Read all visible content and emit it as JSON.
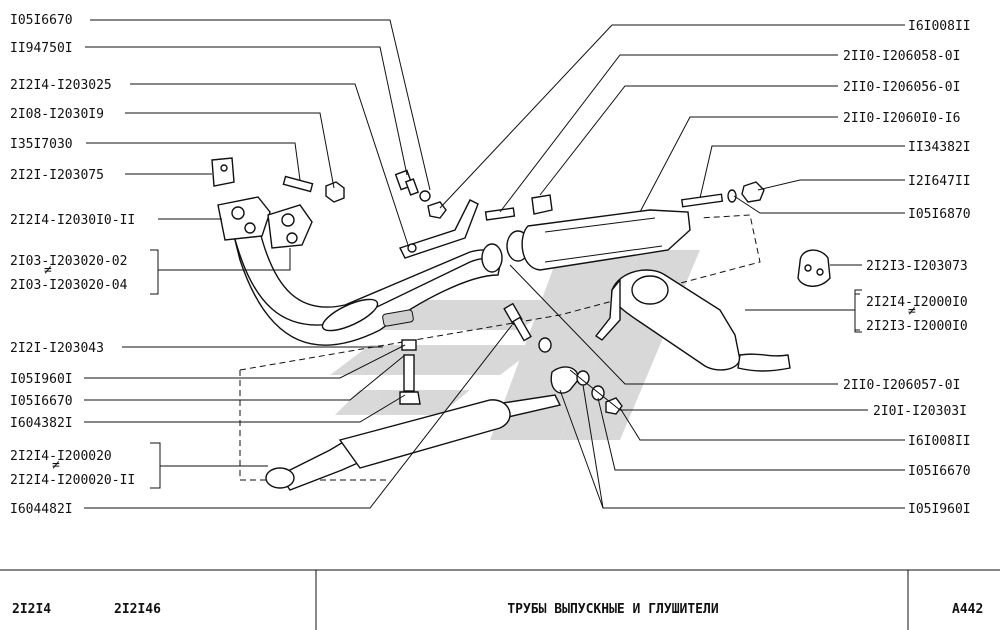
{
  "labels": {
    "l1": "I05I6670",
    "l2": "II94750I",
    "l3": "2I2I4-I203025",
    "l4": "2I08-I2030I9",
    "l5": "I35I7030",
    "l6": "2I2I-I203075",
    "l7": "2I2I4-I2030I0-II",
    "l8a": "2I03",
    "l8b": "-I203020-02",
    "l9": "2I03-I203020-04",
    "l10": "2I2I-I203043",
    "l11": "I05I960I",
    "l12": "I05I6670",
    "l13": "I604382I",
    "l14a": "2I2I4",
    "l14b": "-I200020",
    "l15": "2I2I4-I200020-II",
    "l16": "I604482I",
    "r1": "I6I008II",
    "r2": "2II0-I206058-0I",
    "r3": "2II0-I206056-0I",
    "r4": "2II0-I2060I0-I6",
    "r5": "II34382I",
    "r6": "I2I647II",
    "r7": "I05I6870",
    "r8": "2I2I3-I203073",
    "r9a": "2I2I4",
    "r9b": "-I2000I0",
    "r10": "2I2I3-I2000I0",
    "r11": "2II0-I206057-0I",
    "r12": "2I0I-I20303I",
    "r13": "I6I008II",
    "r14": "I05I6670",
    "r15": "I05I960I",
    "ne": "≠"
  },
  "footer": {
    "model1": "2I2I4",
    "model2": "2I2I46",
    "title": "ТРУБЫ ВЫПУСКНЫЕ И ГЛУШИТЕЛИ",
    "code": "A442"
  }
}
